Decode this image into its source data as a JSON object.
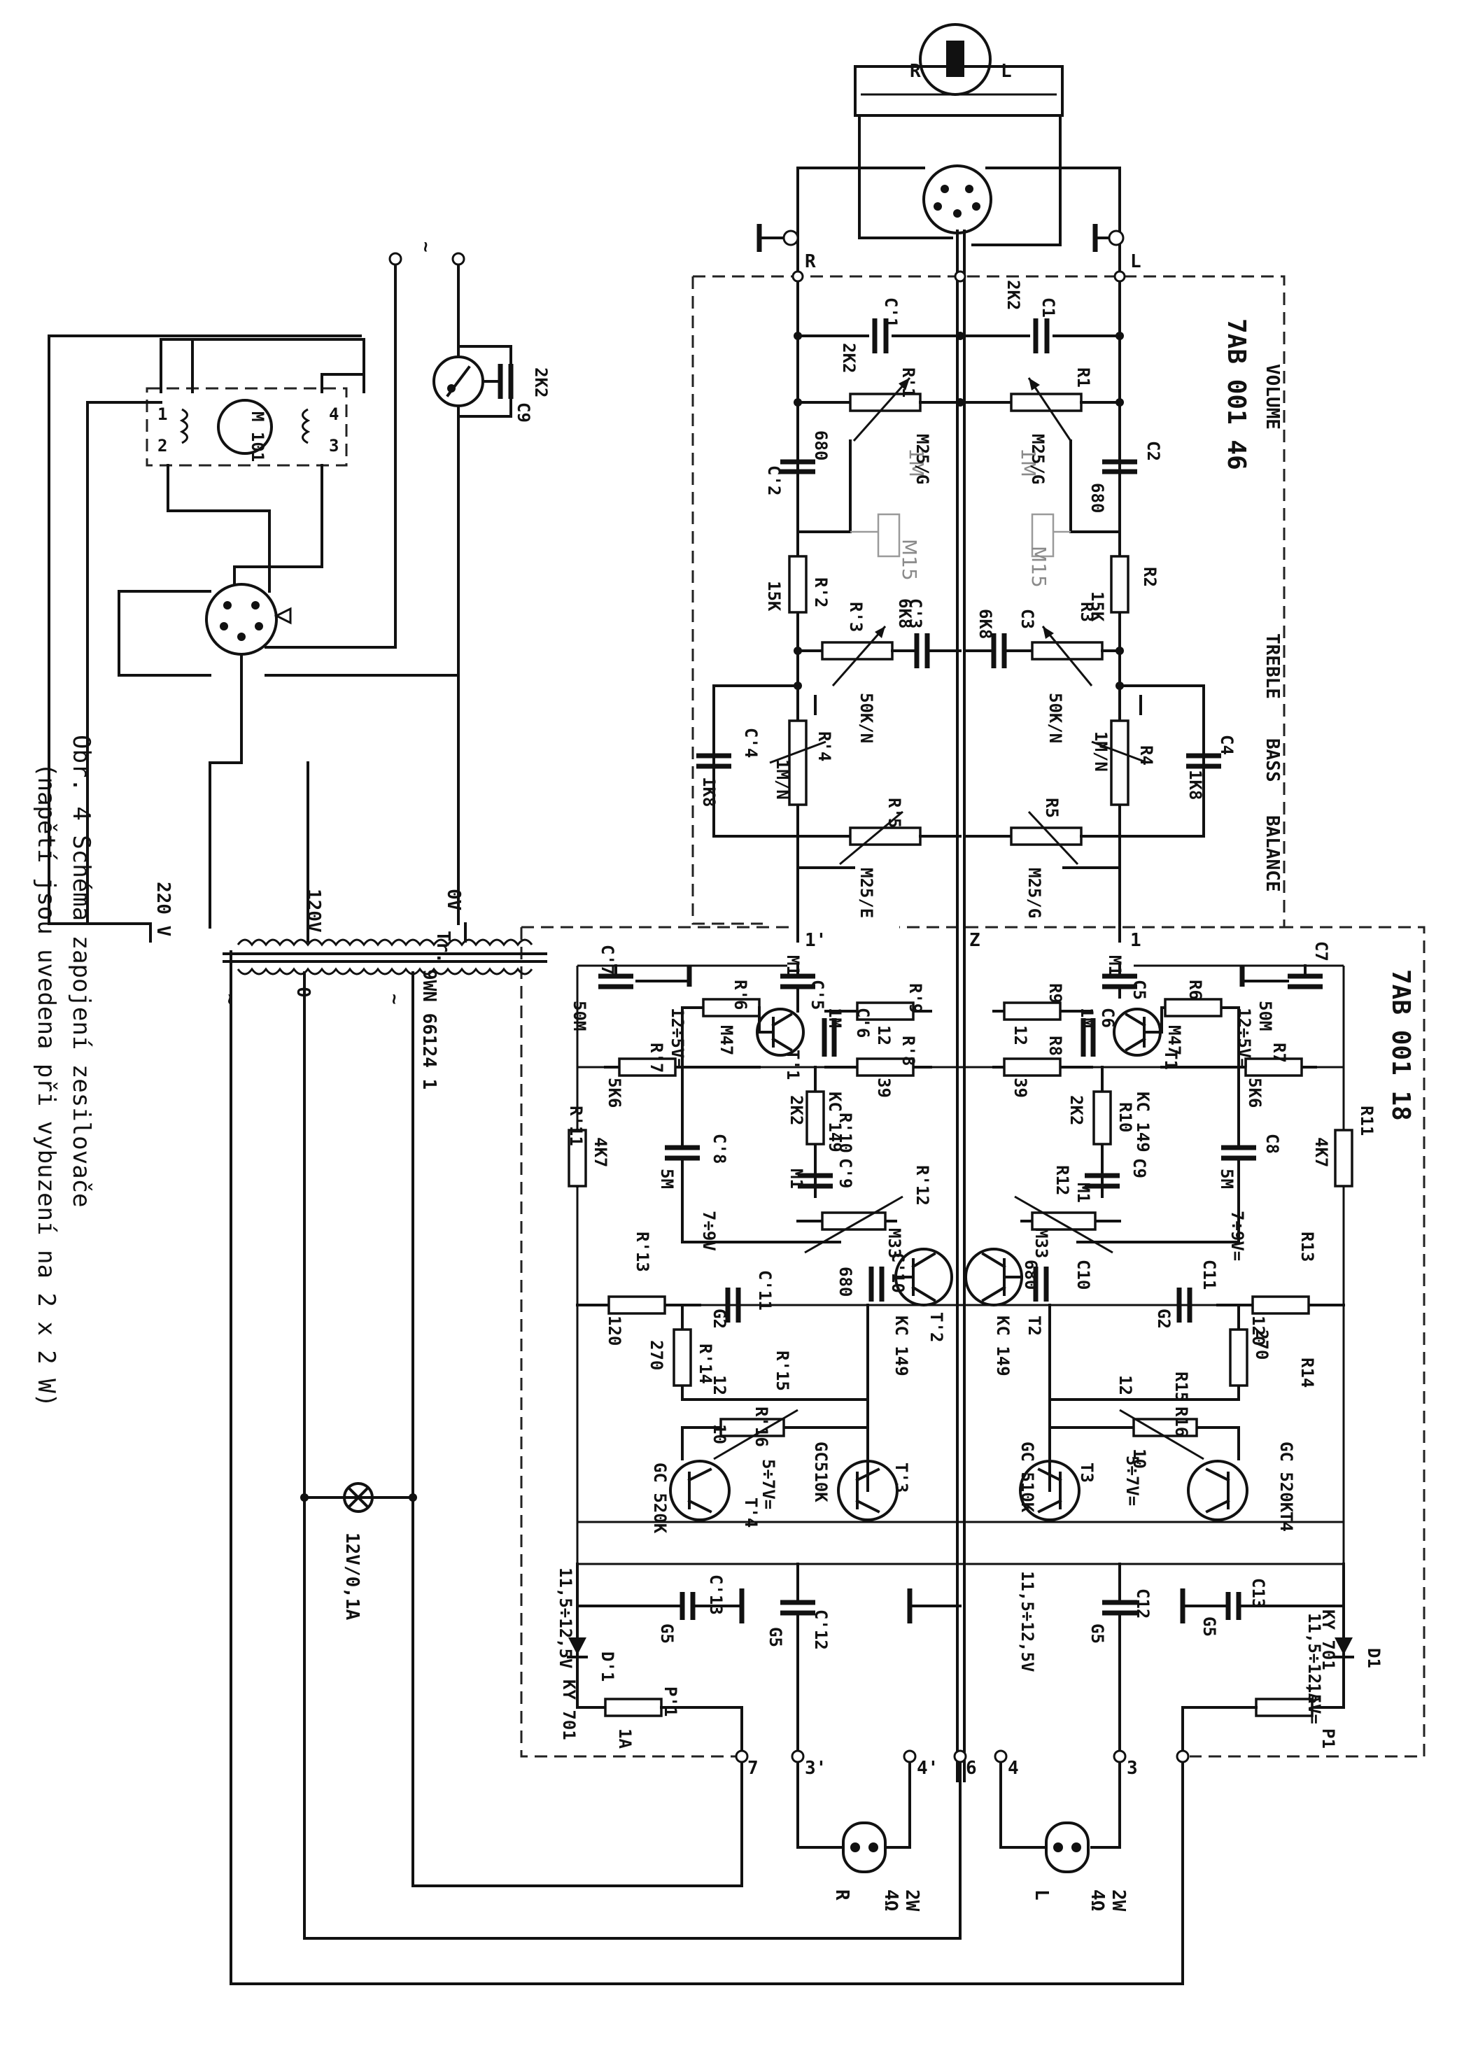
{
  "caption": {
    "line1": "Obr. 4 Schéma zapojení zesilovače",
    "line2": "(napětí jsou uvedena při vybuzení na 2 x 2 W)"
  },
  "modules": {
    "control": "7AB 001 46",
    "amplifier": "7AB 001 18"
  },
  "section_labels": {
    "volume": "VOLUME",
    "treble": "TREBLE",
    "bass": "BASS",
    "balance": "BALANCE"
  },
  "terminals": {
    "R": "R",
    "L": "L",
    "Z": "Z",
    "t1": "1",
    "t1p": "1'",
    "t3": "3",
    "t3p": "3'",
    "t4": "4",
    "t4p": "4'",
    "t6": "6",
    "t7": "7"
  },
  "pickup": {
    "R": "R",
    "L": "L"
  },
  "speakers": [
    {
      "side": "R",
      "rating": "2W",
      "imp": "4Ω"
    },
    {
      "side": "L",
      "rating": "2W",
      "imp": "4Ω"
    }
  ],
  "power": {
    "motor": "M 101",
    "motor_pins": [
      "1",
      "2",
      "4",
      "3"
    ],
    "c9": "C9",
    "c9_val": "2K2",
    "mains": "~",
    "v220": "220 V",
    "v120": "120V",
    "v0": "0V",
    "tr": "Tr.",
    "tr_code": "9WN 66124 1",
    "sec_left": "~",
    "sec_mid": "0",
    "sec_right": "~",
    "lamp": "12V/0,1A"
  },
  "control_components": {
    "C1": "C1",
    "C1_val": "2K2",
    "C1p": "C'1",
    "C1p_val": "2K2",
    "R1": "R1",
    "R1_val": "M25/G",
    "R1p": "R'1",
    "R1p_val": "M25/G",
    "C2": "C2",
    "C2_val": "680",
    "C2p": "C'2",
    "C2p_val": "680",
    "pencil1": "1M",
    "pencil2": "1M",
    "pencil3": "M15",
    "pencil4": "M15",
    "R2": "R2",
    "R2_val": "15K",
    "R2p": "R'2",
    "R2p_val": "15K",
    "C3": "C3",
    "C3_val": "6K8",
    "C3p": "C'3",
    "C3p_val": "6K8",
    "R3": "R3",
    "R3_val": "50K/N",
    "R3p": "R'3",
    "R3p_val": "50K/N",
    "R4": "R4",
    "R4_val": "1M/N",
    "R4p": "R'4",
    "R4p_val": "1M/N",
    "C4": "C4",
    "C4_val": "1K8",
    "C4p": "C'4",
    "C4p_val": "1K8",
    "R5": "R5",
    "R5_val": "M25/G",
    "R5p": "R'5",
    "R5p_val": "M25/E"
  },
  "amp_components": {
    "C5": "C5",
    "C5_val": "M1",
    "C5p": "C'5",
    "C5p_val": "M1",
    "C6": "C6",
    "C6_val": "1M",
    "C6p": "C'6",
    "C6p_val": "1M",
    "C7": "C7",
    "C7_val": "50M",
    "C7p": "C'7",
    "C7p_val": "50M",
    "R6": "R6",
    "R6_val": "M47",
    "R6p": "R'6",
    "R6p_val": "M47",
    "R7": "R7",
    "R7_val": "5K6",
    "R7p": "R'7",
    "R7p_val": "5K6",
    "R8": "R8",
    "R8_val": "39",
    "R8p": "R'8",
    "R8p_val": "39",
    "R9": "R9",
    "R9_val": "12",
    "R9p": "R'9",
    "R9p_val": "12",
    "R10": "R10",
    "R10_val": "2K2",
    "R10p": "R'10",
    "R10p_val": "2K2",
    "R11": "R11",
    "R11_val": "4K7",
    "R11p": "R'11",
    "R11p_val": "4K7",
    "C8": "C8",
    "C8_val": "5M",
    "C8p": "C'8",
    "C8p_val": "5M",
    "C9": "C9",
    "C9_val": "M1",
    "C9p": "C'9",
    "C9p_val": "M1",
    "R12": "R12",
    "R12_val": "M33",
    "R12p": "R'12",
    "R12p_val": "M33",
    "C10": "C10",
    "C10_val": "680",
    "C10p": "C'10",
    "C10p_val": "680",
    "R13": "R13",
    "R13_val": "120",
    "R13p": "R'13",
    "R13p_val": "120",
    "C11": "C11",
    "C11_val": "G2",
    "C11p": "C'11",
    "C11p_val": "G2",
    "R14": "R14",
    "R14_val": "270",
    "R14p": "R'14",
    "R14p_val": "270",
    "R15": "R15",
    "R15_val": "12",
    "R15p": "R'15",
    "R15p_val": "12",
    "R16": "R16",
    "R16_val": "10",
    "R16p": "R'16",
    "R16p_val": "10",
    "C12": "C12",
    "C12_val": "G5",
    "C12p": "C'12",
    "C12p_val": "G5",
    "C13": "C13",
    "C13_val": "G5",
    "C13p": "C'13",
    "C13p_val": "G5",
    "D1": "D1",
    "D1_type": "KY 701",
    "D1p": "D'1",
    "D1p_type": "KY 701",
    "P1": "P1",
    "P1_val": "1A",
    "P1p": "P'1",
    "P1p_val": "1A",
    "T1": "T1",
    "T1_type": "KC 149",
    "T1p": "T'1",
    "T1p_type": "KC 149",
    "T2": "T2",
    "T2_type": "KC 149",
    "T2p": "T'2",
    "T2p_type": "KC 149",
    "T3": "T3",
    "T3_type": "GC 510K",
    "T3p": "T'3",
    "T3p_type": "GC510K",
    "T4": "T4",
    "T4_type": "GC 520K",
    "T4p": "T'4",
    "T4p_type": "GC 520K"
  },
  "voltages": {
    "v1": "12÷5V=",
    "v1p": "12÷5V=",
    "v2": "7÷9V=",
    "v2p": "7÷9V",
    "v3": "5÷7V=",
    "v3p": "5÷7V=",
    "v4": "11,5÷12,5V",
    "v4b": "11,5÷12,5V=",
    "v4p": "11,5÷12,5V"
  }
}
